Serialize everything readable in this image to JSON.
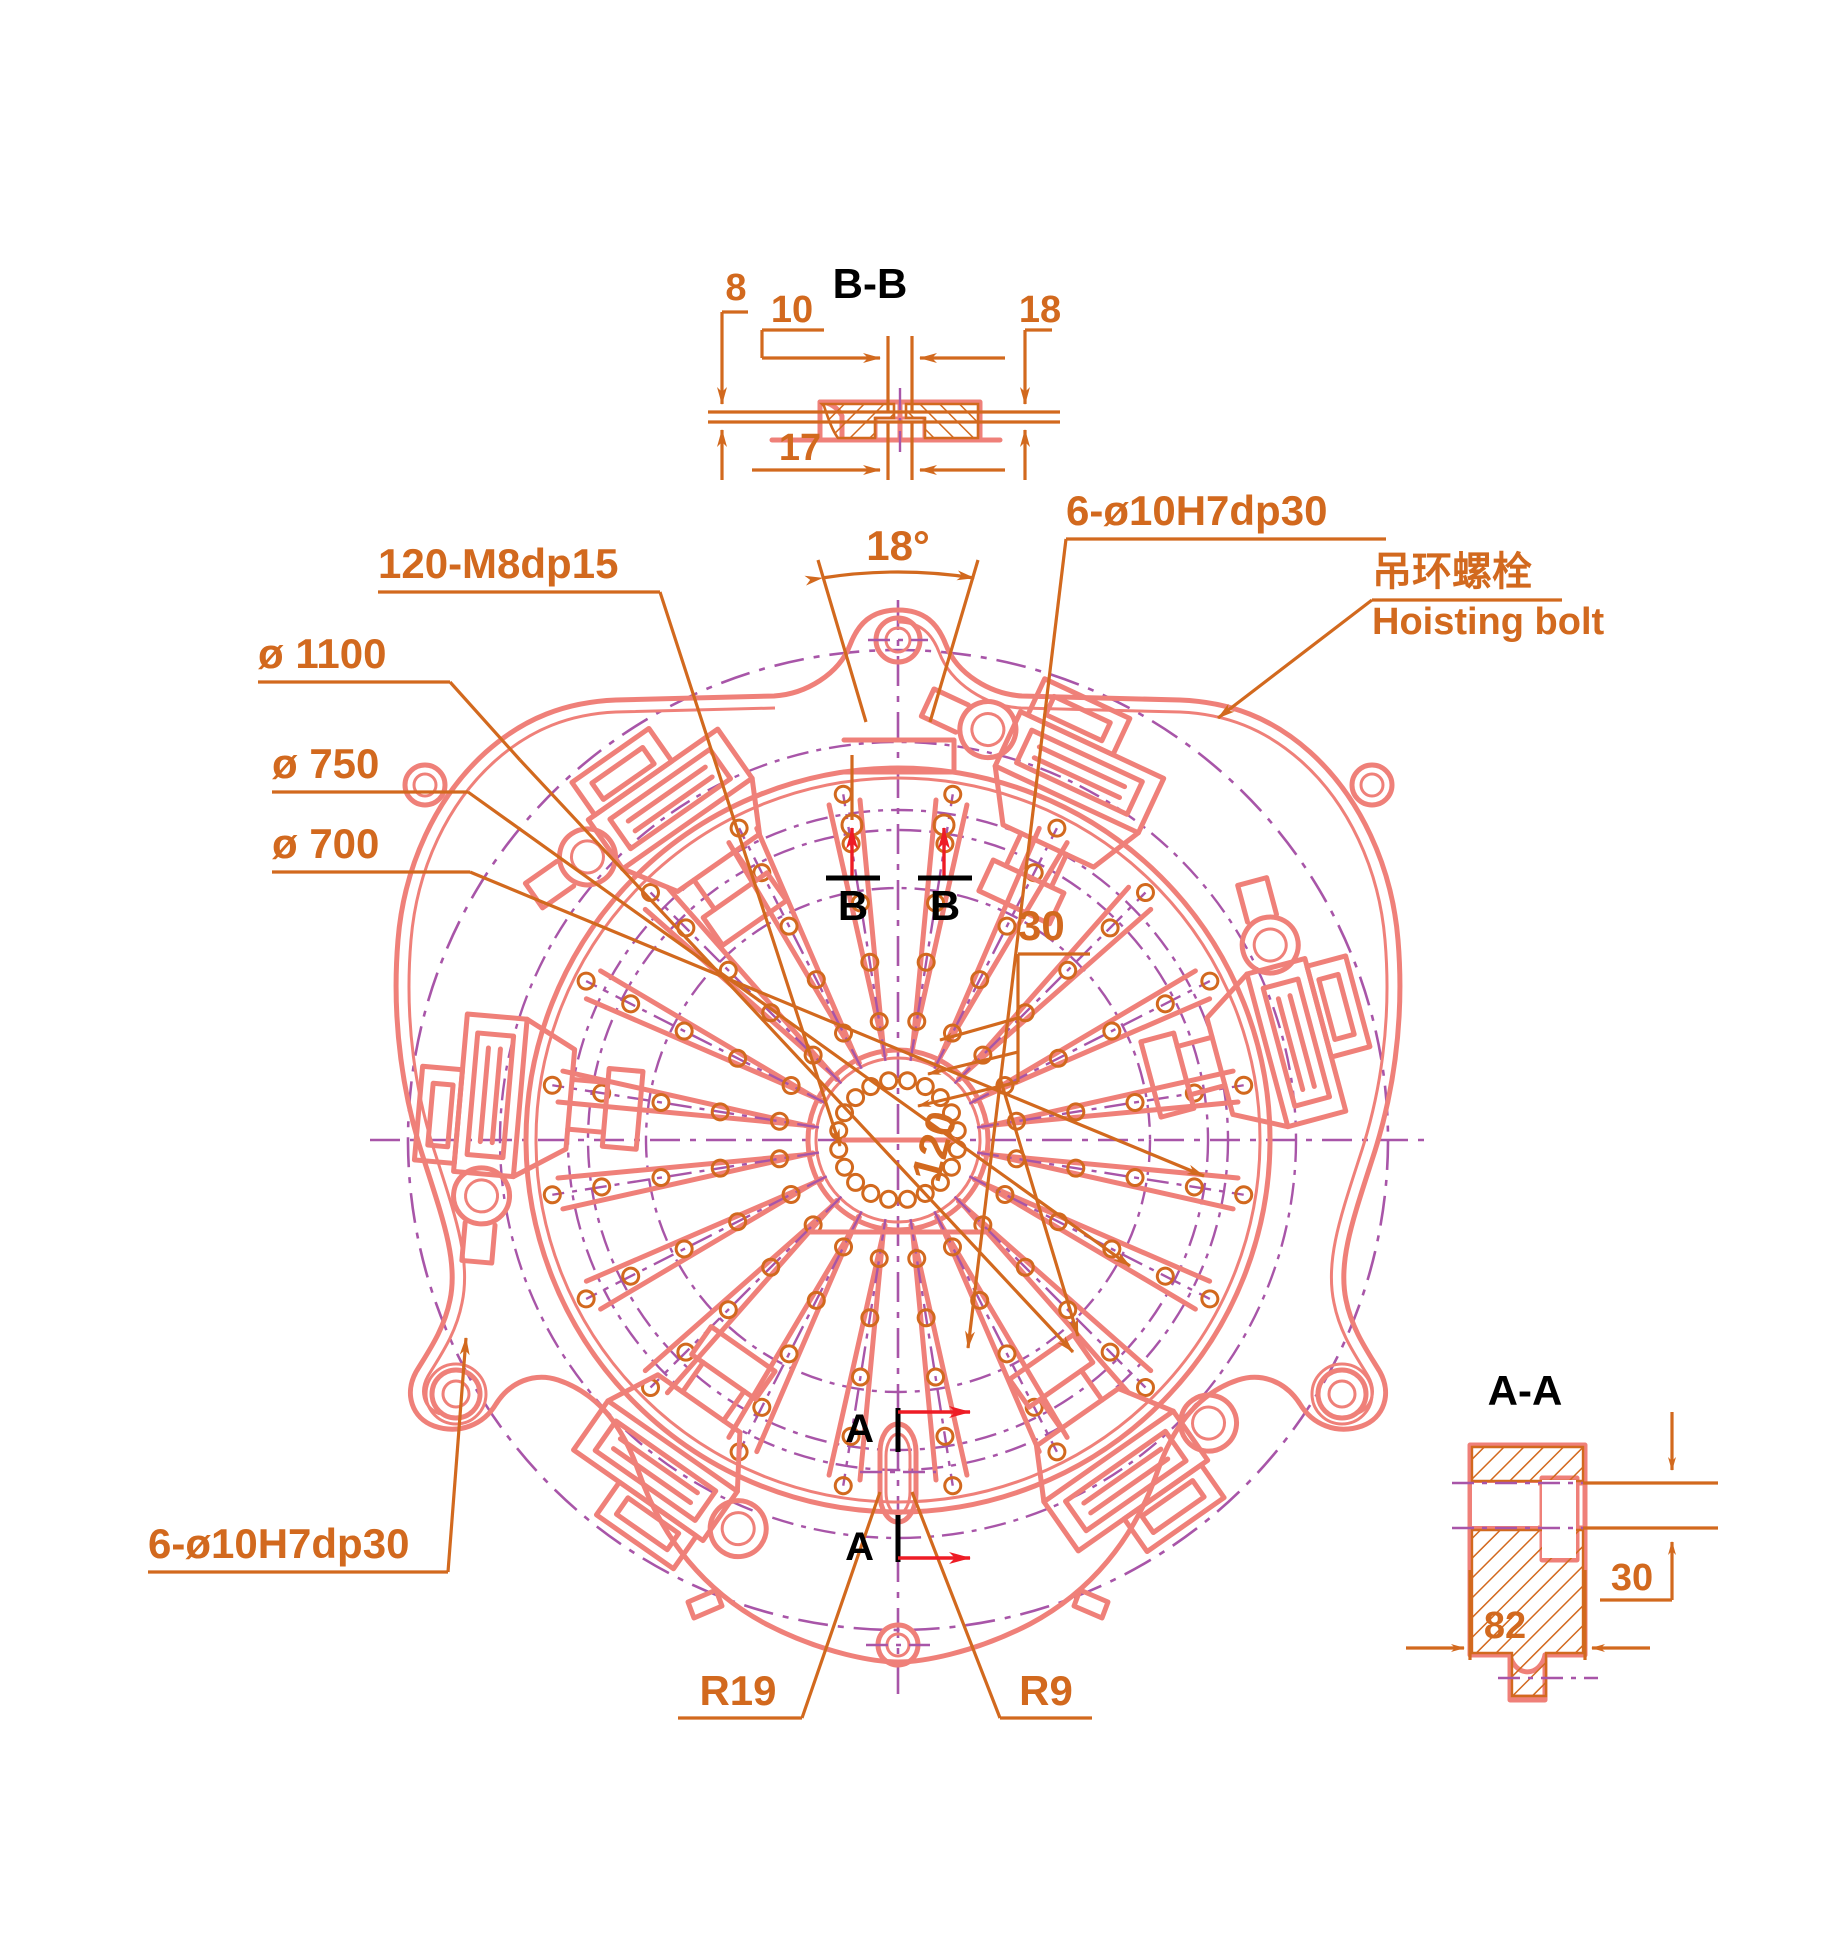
{
  "drawing": {
    "title_section_bb": "B-B",
    "title_section_aa": "A-A",
    "background_color": "#ffffff",
    "colors": {
      "part_outline": "#ef8079",
      "dimension": "#d2691e",
      "centerline": "#a855a8",
      "section_arrow": "#ee1c25",
      "section_label": "#000000"
    }
  },
  "section_bb": {
    "label": "B-B",
    "dims": {
      "d8": "8",
      "d10": "10",
      "d18": "18",
      "d17": "17"
    }
  },
  "section_aa": {
    "label": "A-A",
    "dims": {
      "d30": "30",
      "d82": "82"
    }
  },
  "main_view": {
    "labels": {
      "thread_120": "120-M8dp15",
      "dia_1100": "ø 1100",
      "dia_750": "ø 750",
      "dia_700": "ø 700",
      "angle_18": "18°",
      "dowel_top": "6-ø10H7dp30",
      "dowel_bottom": "6-ø10H7dp30",
      "hoisting_bolt_cn": "吊环螺栓",
      "hoisting_bolt_en": "Hoisting bolt",
      "dim_30": "30",
      "dim_120": "120",
      "radius_19": "R19",
      "radius_9": "R9"
    },
    "section_markers": {
      "b_left": "B",
      "b_right": "B",
      "a_top": "A",
      "a_bottom": "A"
    }
  }
}
